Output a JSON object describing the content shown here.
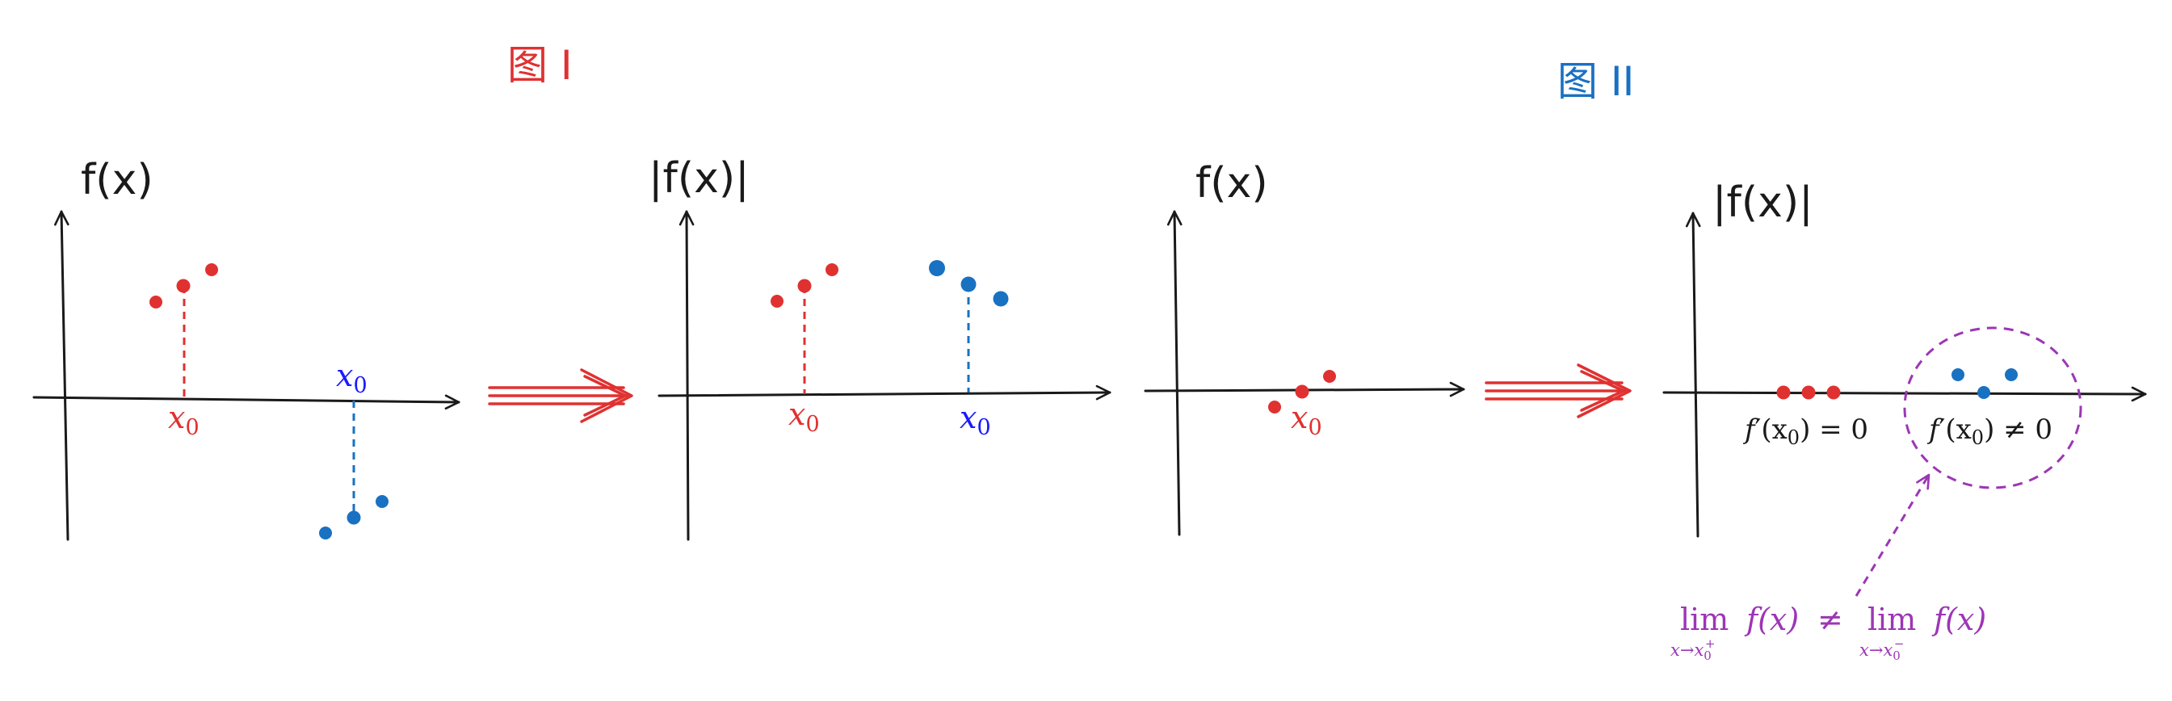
{
  "colors": {
    "red": "#e03131",
    "blue": "#1971c2",
    "pureblue": "#1a1aff",
    "purple": "#9c36b5",
    "black": "#1a1a1a"
  },
  "titles": {
    "fig1": "图 I",
    "fig2": "图 II"
  },
  "panel1": {
    "ylabel": "f(x)",
    "x0_red": "x",
    "x0_red_sub": "0",
    "x0_blue": "x",
    "x0_blue_sub": "0"
  },
  "panel2": {
    "ylabel": "|f(x)|",
    "x0_red": "x",
    "x0_red_sub": "0",
    "x0_blue": "x",
    "x0_blue_sub": "0"
  },
  "panel3": {
    "ylabel": "f(x)",
    "x0_red": "x",
    "x0_red_sub": "0"
  },
  "panel4": {
    "ylabel": "|f(x)|",
    "deriv_zero": {
      "f": "f",
      "prime": "′",
      "open": "(x",
      "sub": "0",
      "close": ") = 0"
    },
    "deriv_nonzero": {
      "f": "f",
      "prime": "′",
      "open": "(x",
      "sub": "0",
      "close": ") ≠ 0"
    },
    "limit": {
      "lim1": "lim",
      "under1": "x→x",
      "under1_sub": "0",
      "under1_sup": "+",
      "fx1": "f(x)",
      "neq": "≠",
      "lim2": "lim",
      "under2": "x→x",
      "under2_sub": "0",
      "under2_sup": "−",
      "fx2": "f(x)"
    }
  }
}
